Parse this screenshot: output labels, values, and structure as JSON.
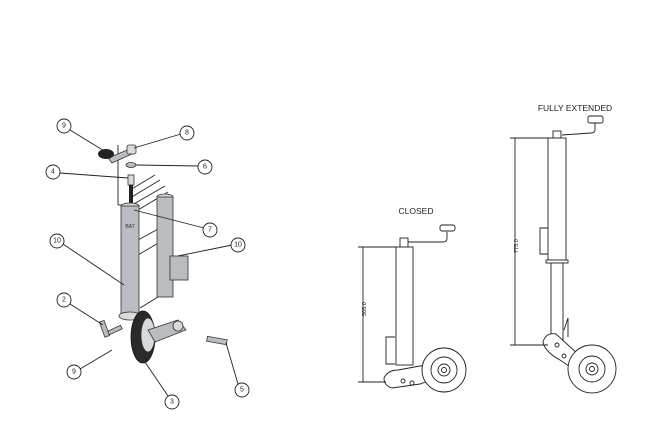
{
  "views": {
    "closed_label": "CLOSED",
    "extended_label": "FULLY EXTENDED"
  },
  "dimensions": {
    "closed_height": "505.0",
    "extended_height": "775.0"
  },
  "callouts": {
    "c1": "9",
    "c2": "8",
    "c3": "6",
    "c4": "4",
    "c5": "7",
    "c6": "10",
    "c7": "10",
    "c8": "2",
    "c9": "9",
    "c10": "3",
    "c11": "5"
  }
}
